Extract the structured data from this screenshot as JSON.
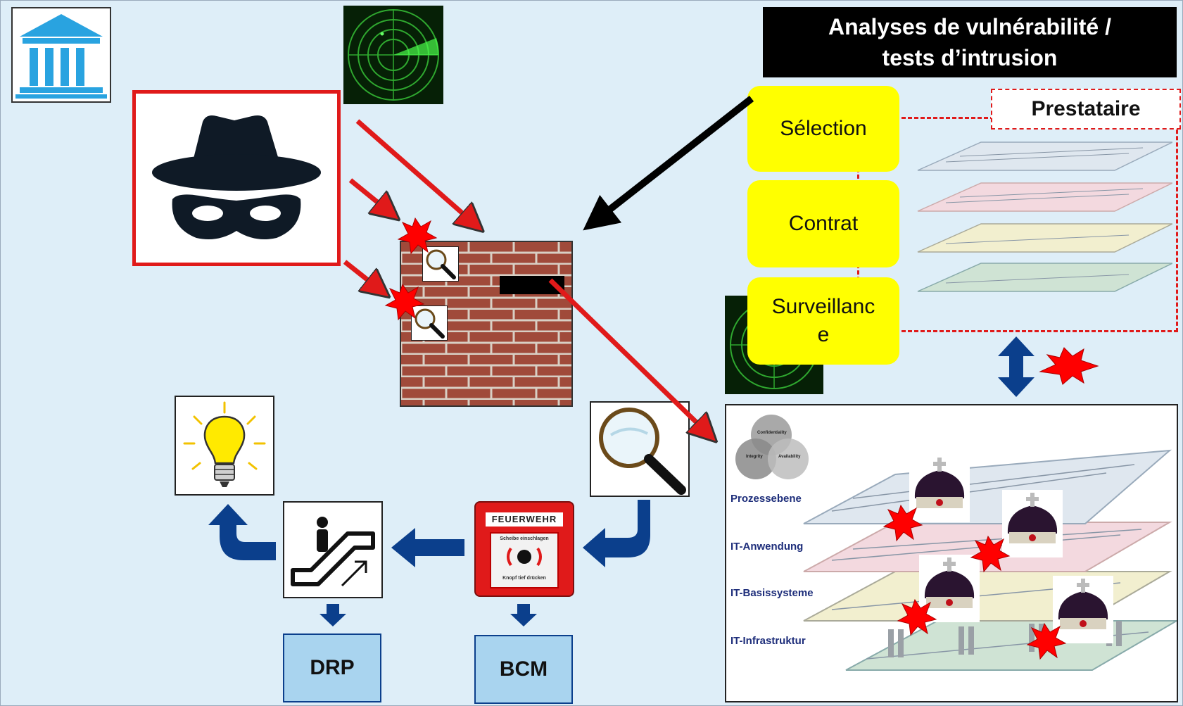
{
  "title_lines": [
    "Analyses de vulnérabilité /",
    "tests d’intrusion"
  ],
  "steps": [
    "Sélection",
    "Contrat",
    "Surveillanc\ne"
  ],
  "provider_label": "Prestataire",
  "cia_labels": [
    "Confidentiality",
    "Integrity",
    "Availability"
  ],
  "layers": [
    "Prozessebene",
    "IT-Anwendung",
    "IT-Basissysteme",
    "IT-Infrastruktur"
  ],
  "outputs": [
    "DRP",
    "BCM"
  ],
  "alarm": {
    "brand": "FEUERWEHR",
    "line1": "Scheibe einschlagen",
    "line2": "Knopf tief drücken"
  },
  "colors": {
    "background": "#deeef8",
    "accent_red": "#e01a1a",
    "arrow_blue": "#0b3f8c",
    "step_yellow": "#ffff00"
  },
  "icons": [
    "institution-icon",
    "spy-icon",
    "radar-icon",
    "brick-wall-icon",
    "magnifier-icon",
    "lightbulb-icon",
    "escalator-icon",
    "fire-alarm-icon",
    "crown-icon",
    "burst-icon"
  ]
}
